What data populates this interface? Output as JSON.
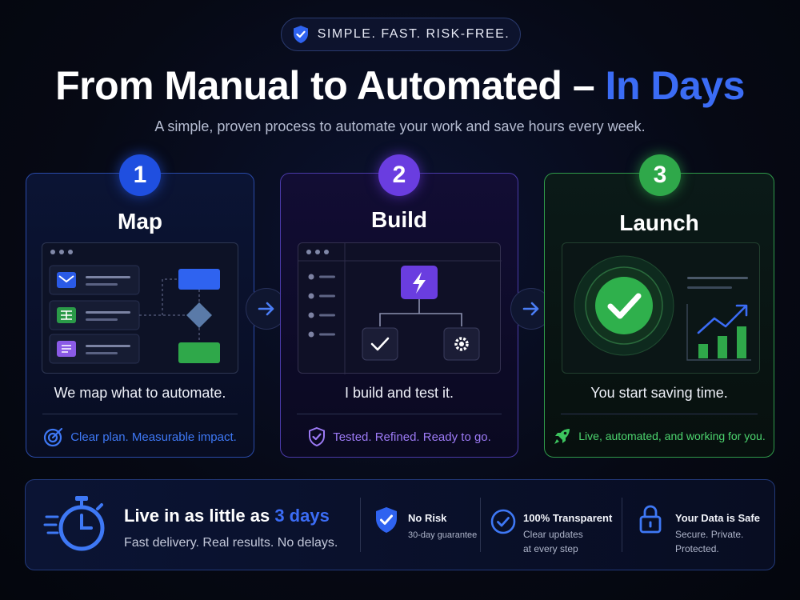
{
  "badge_pill": {
    "text": "SIMPLE. FAST. RISK-FREE.",
    "icon": "shield-check-icon"
  },
  "headline": {
    "main": "From Manual to Automated – ",
    "highlight": "In Days"
  },
  "subtitle": "A simple, proven process to automate your work and save hours every week.",
  "steps": [
    {
      "number": "1",
      "title": "Map",
      "description": "We map what to automate.",
      "footer": "Clear plan. Measurable impact.",
      "icon": "target-icon",
      "accent": "#1f4fe0"
    },
    {
      "number": "2",
      "title": "Build",
      "description": "I build and test it.",
      "footer": "Tested. Refined. Ready to go.",
      "icon": "shield-check-icon",
      "accent": "#6a3de0"
    },
    {
      "number": "3",
      "title": "Launch",
      "description": "You start saving time.",
      "footer": "Live, automated, and working for you.",
      "icon": "rocket-icon",
      "accent": "#2fa84a"
    }
  ],
  "bottom": {
    "title_main": "Live in as little as ",
    "title_highlight": "3 days",
    "subtitle": "Fast delivery. Real results. No delays.",
    "features": [
      {
        "title": "No Risk",
        "subtitle": "30-day guarantee",
        "icon": "shield-check-icon"
      },
      {
        "title": "100% Transparent",
        "subtitle_lines": [
          "Clear updates",
          "at every step"
        ],
        "icon": "check-circle-icon"
      },
      {
        "title": "Your Data is Safe",
        "subtitle_lines": [
          "Secure. Private.",
          "Protected."
        ],
        "icon": "lock-icon"
      }
    ]
  }
}
